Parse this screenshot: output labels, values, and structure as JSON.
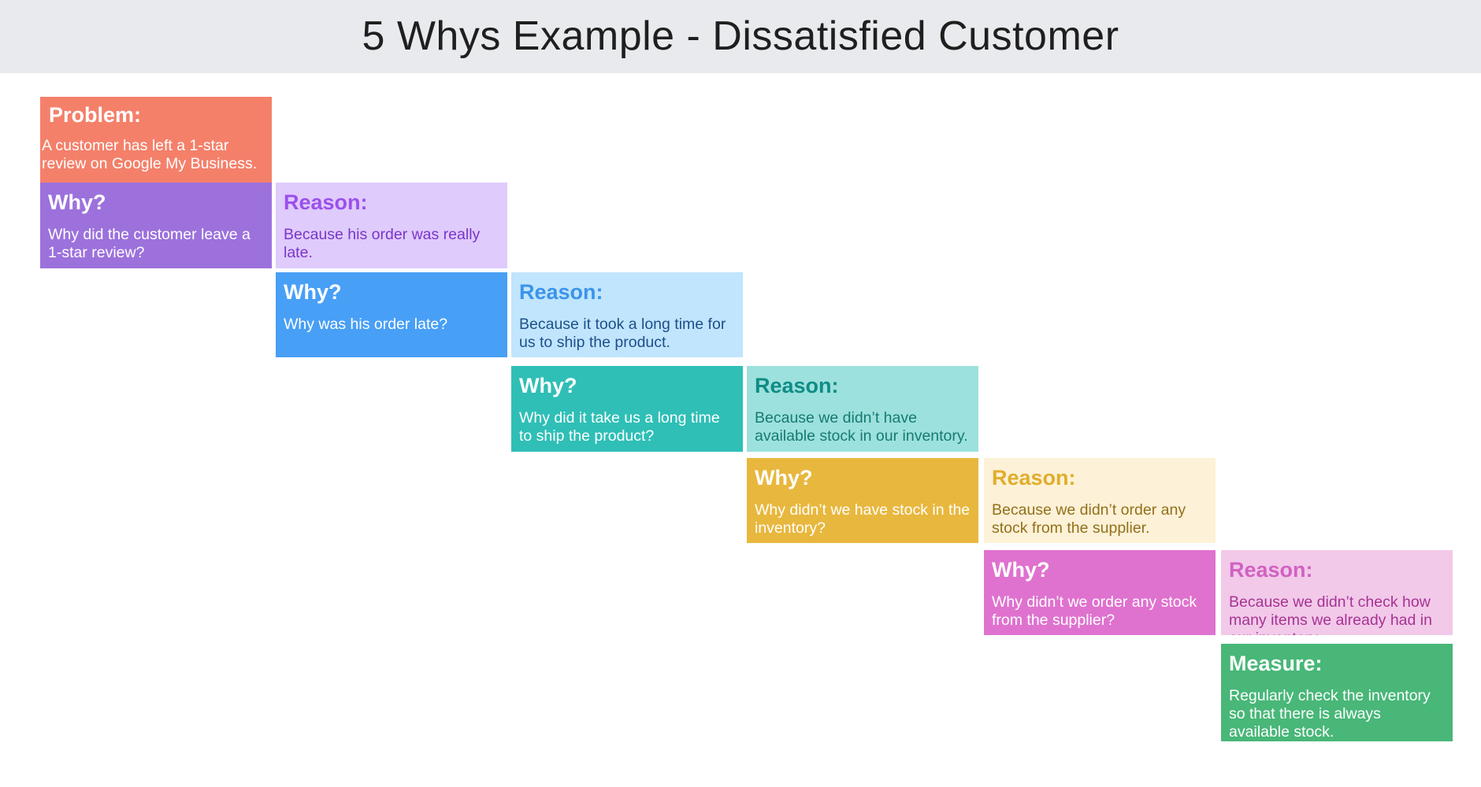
{
  "title": "5 Whys Example - Dissatisfied Customer",
  "cards": [
    {
      "heading": "Problem:",
      "body": "A customer has left a 1-star review on Google My Business.",
      "bg": "#f4806a",
      "heading_color": "#ffffff",
      "text_color": "#ffffff"
    },
    {
      "heading": "Why?",
      "body": "Why did the customer leave a 1-star review?",
      "bg": "#9c71dc",
      "heading_color": "#ffffff",
      "text_color": "#ffffff"
    },
    {
      "heading": "Reason:",
      "body": "Because his order was really late.",
      "bg": "#dfcbfc",
      "heading_color": "#9b50ec",
      "text_color": "#7b35c8"
    },
    {
      "heading": "Why?",
      "body": "Why was his order late?",
      "bg": "#489ff6",
      "heading_color": "#ffffff",
      "text_color": "#ffffff"
    },
    {
      "heading": "Reason:",
      "body": "Because it took a long time for us to ship the product.",
      "bg": "#c0e5fd",
      "heading_color": "#3c94ea",
      "text_color": "#1e4f8a"
    },
    {
      "heading": "Why?",
      "body": "Why did it take us a long time to ship the product?",
      "bg": "#2fbfb6",
      "heading_color": "#ffffff",
      "text_color": "#ffffff"
    },
    {
      "heading": "Reason:",
      "body": "Because we didn’t have available stock in our inventory.",
      "bg": "#9ce1dd",
      "heading_color": "#0f8c86",
      "text_color": "#167a74"
    },
    {
      "heading": "Why?",
      "body": "Why didn’t we have stock in the inventory?",
      "bg": "#e8b73d",
      "heading_color": "#ffffff",
      "text_color": "#ffffff"
    },
    {
      "heading": "Reason:",
      "body": "Because we didn’t order any stock from the supplier.",
      "bg": "#fdf1d7",
      "heading_color": "#e0ae2c",
      "text_color": "#92701a"
    },
    {
      "heading": "Why?",
      "body": "Why didn’t we order any stock from the supplier?",
      "bg": "#df72cf",
      "heading_color": "#ffffff",
      "text_color": "#ffffff"
    },
    {
      "heading": "Reason:",
      "body": "Because we didn’t check how many items we already had in our inventory.",
      "bg": "#f2c9e9",
      "heading_color": "#d062c2",
      "text_color": "#a63393"
    },
    {
      "heading": "Measure:",
      "body": "Regularly check the inventory so that there is always available stock.",
      "bg": "#48b778",
      "heading_color": "#ffffff",
      "text_color": "#ffffff"
    }
  ]
}
